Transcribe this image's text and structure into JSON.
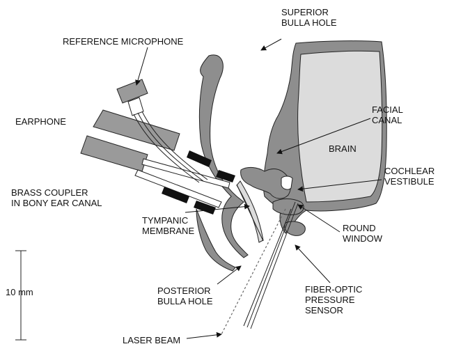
{
  "labels": {
    "superior_bulla_hole_1": "SUPERIOR",
    "superior_bulla_hole_2": "BULLA HOLE",
    "reference_microphone": "REFERENCE MICROPHONE",
    "earphone": "EARPHONE",
    "facial_canal_1": "FACIAL",
    "facial_canal_2": "CANAL",
    "brain": "BRAIN",
    "cochlear_vestibule_1": "COCHLEAR",
    "cochlear_vestibule_2": "VESTIBULE",
    "brass_coupler_1": "BRASS COUPLER",
    "brass_coupler_2": "IN BONY EAR CANAL",
    "tympanic_membrane_1": "TYMPANIC",
    "tympanic_membrane_2": "MEMBRANE",
    "round_window_1": "ROUND",
    "round_window_2": "WINDOW",
    "scale_bar": "10 mm",
    "posterior_bulla_hole_1": "POSTERIOR",
    "posterior_bulla_hole_2": "BULLA HOLE",
    "fiber_optic_1": "FIBER-OPTIC",
    "fiber_optic_2": "PRESSURE",
    "fiber_optic_3": "SENSOR",
    "laser_beam": "LASER BEAM"
  },
  "colors": {
    "bone": "#8e8e8e",
    "brain": "#dcdcdc",
    "outline": "#222222",
    "instrument": "#9a9a9a",
    "coupler_band": "#111111"
  }
}
